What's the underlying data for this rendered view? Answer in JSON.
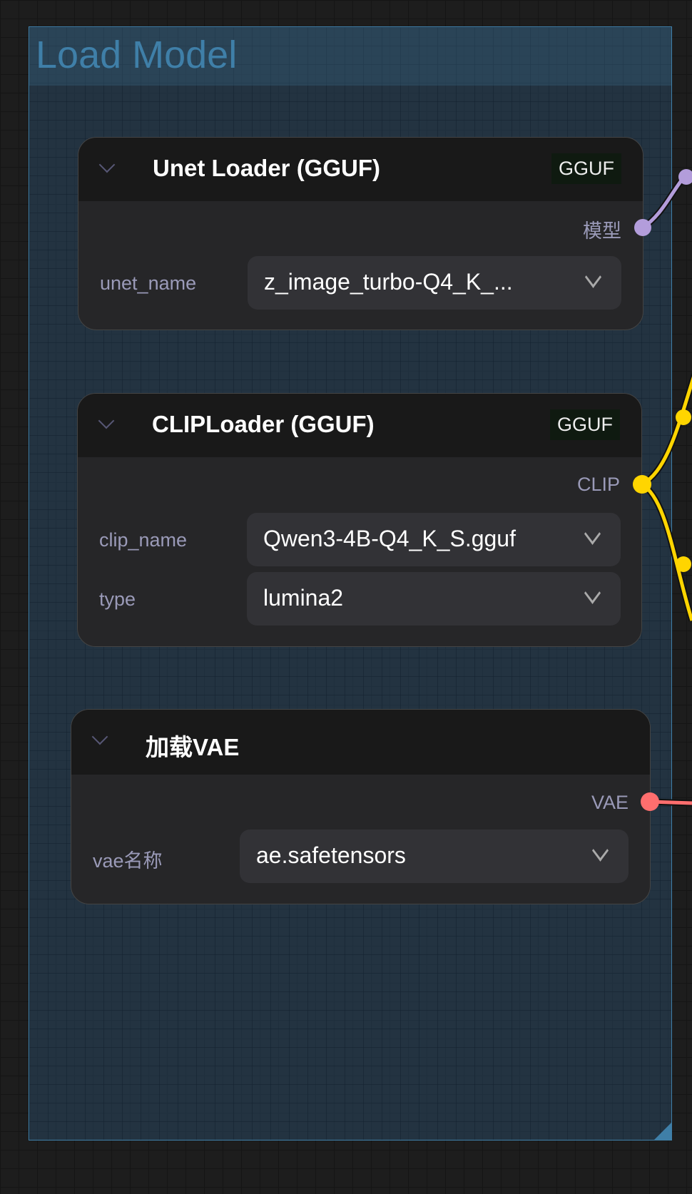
{
  "group": {
    "title": "Load Model"
  },
  "nodes": [
    {
      "title": "Unet Loader (GGUF)",
      "badge": "GGUF",
      "output": "模型",
      "widgets": [
        {
          "label": "unet_name",
          "value": "z_image_turbo-Q4_K_..."
        }
      ]
    },
    {
      "title": "CLIPLoader (GGUF)",
      "badge": "GGUF",
      "output": "CLIP",
      "widgets": [
        {
          "label": "clip_name",
          "value": "Qwen3-4B-Q4_K_S.gguf"
        },
        {
          "label": "type",
          "value": "lumina2"
        }
      ]
    },
    {
      "title": "加载VAE",
      "output": "VAE",
      "widgets": [
        {
          "label": "vae名称",
          "value": "ae.safetensors"
        }
      ]
    }
  ],
  "colors": {
    "model": "#b39ddb",
    "clip": "#ffd500",
    "vae": "#ff6e6e",
    "group": "#3f7fa8"
  }
}
